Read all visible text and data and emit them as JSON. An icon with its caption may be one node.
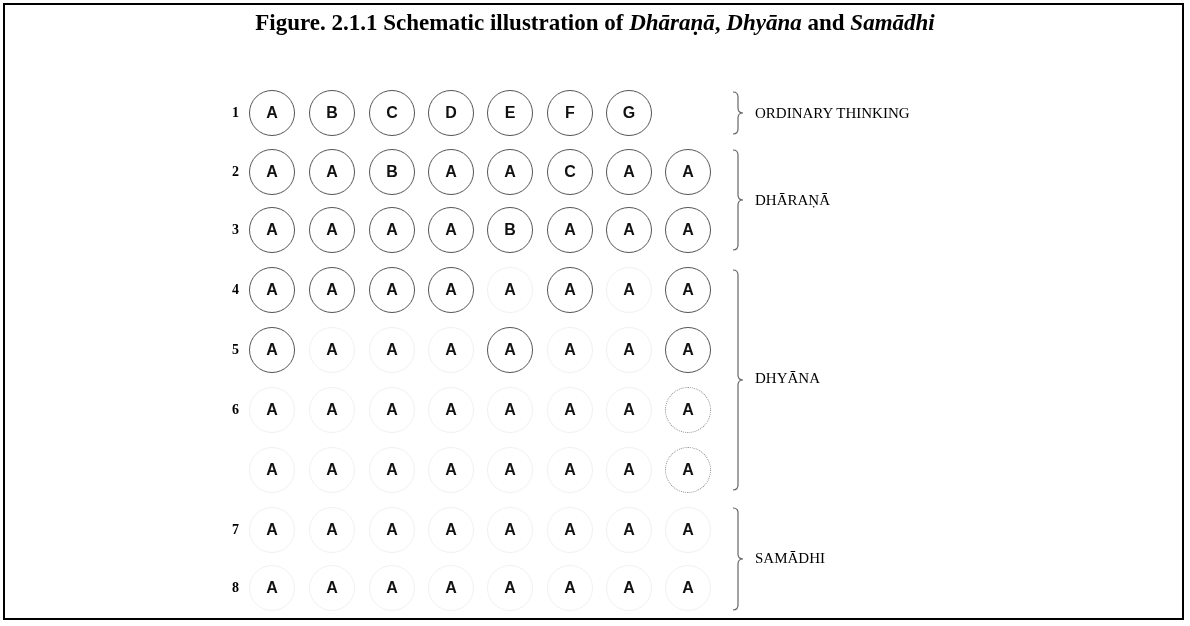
{
  "diagram": {
    "title": "Figure. 2.1.1 Schematic illustration of *Dhāraṇā*, *Dhyāna* and *Samādhi*",
    "nodes": [
      {
        "text": [
          "A"
        ]
      },
      {
        "text": [
          "B"
        ]
      },
      {
        "text": [
          "C"
        ]
      },
      {
        "text": [
          "D"
        ]
      },
      {
        "text": [
          "E"
        ]
      },
      {
        "text": [
          "F"
        ]
      },
      {
        "text": [
          "G"
        ]
      },
      {
        "text": [
          "A"
        ]
      },
      {
        "text": [
          "A"
        ]
      },
      {
        "text": [
          "B"
        ]
      },
      {
        "text": [
          "A"
        ]
      },
      {
        "text": [
          "A"
        ]
      },
      {
        "text": [
          "C"
        ]
      },
      {
        "text": [
          "A"
        ]
      },
      {
        "text": [
          "A"
        ]
      },
      {
        "text": [
          "A"
        ]
      },
      {
        "text": [
          "A"
        ]
      },
      {
        "text": [
          "A"
        ]
      },
      {
        "text": [
          "A"
        ]
      },
      {
        "text": [
          "B"
        ]
      },
      {
        "text": [
          "A"
        ]
      },
      {
        "text": [
          "A"
        ]
      },
      {
        "text": [
          "A"
        ]
      },
      {
        "text": [
          "A"
        ]
      },
      {
        "text": [
          "A"
        ]
      },
      {
        "text": [
          "A"
        ]
      },
      {
        "text": [
          "A"
        ]
      },
      {
        "text": [
          "A"
        ]
      },
      {
        "text": [
          "A"
        ]
      },
      {
        "text": [
          "A"
        ]
      },
      {
        "text": [
          "A"
        ]
      },
      {
        "text": [
          "A"
        ]
      },
      {
        "text": [
          "A"
        ]
      },
      {
        "text": [
          "A"
        ]
      },
      {
        "text": [
          "A"
        ]
      },
      {
        "text": [
          "A"
        ]
      },
      {
        "text": [
          "A"
        ]
      },
      {
        "text": [
          "A"
        ]
      },
      {
        "text": [
          "A"
        ]
      },
      {
        "text": [
          "A"
        ]
      },
      {
        "text": [
          "A"
        ]
      },
      {
        "text": [
          "A"
        ]
      },
      {
        "text": [
          "A"
        ]
      },
      {
        "text": [
          "A"
        ]
      },
      {
        "text": [
          "A"
        ]
      },
      {
        "text": [
          "A"
        ]
      },
      {
        "text": [
          "A"
        ]
      },
      {
        "text": [
          "A"
        ]
      },
      {
        "text": [
          "A"
        ]
      },
      {
        "text": [
          "A"
        ]
      },
      {
        "text": [
          "A"
        ]
      },
      {
        "text": [
          "A"
        ]
      },
      {
        "text": [
          "A"
        ]
      },
      {
        "text": [
          "A"
        ]
      },
      {
        "text": [
          "A"
        ]
      },
      {
        "text": [
          "A"
        ]
      },
      {
        "text": [
          "A"
        ]
      },
      {
        "text": [
          "A"
        ]
      },
      {
        "text": [
          "A"
        ]
      },
      {
        "text": [
          "A"
        ]
      },
      {
        "text": [
          "A"
        ]
      },
      {
        "text": [
          "A"
        ]
      },
      {
        "text": [
          "A"
        ]
      },
      {
        "text": [
          "A"
        ]
      },
      {
        "text": [
          "A"
        ]
      },
      {
        "text": [
          "A"
        ]
      },
      {
        "text": [
          "A"
        ]
      },
      {
        "text": [
          "A"
        ]
      },
      {
        "text": [
          "A"
        ]
      },
      {
        "text": [
          "A"
        ]
      },
      {
        "text": [
          "A"
        ]
      }
    ],
    "labels": [
      "1",
      "ORDINARY THINKING",
      "2",
      "DHĀRAṆĀ",
      "3",
      "4",
      "5",
      "DHYĀNA",
      "6",
      "7",
      "SAMĀDHI",
      "8"
    ]
  }
}
